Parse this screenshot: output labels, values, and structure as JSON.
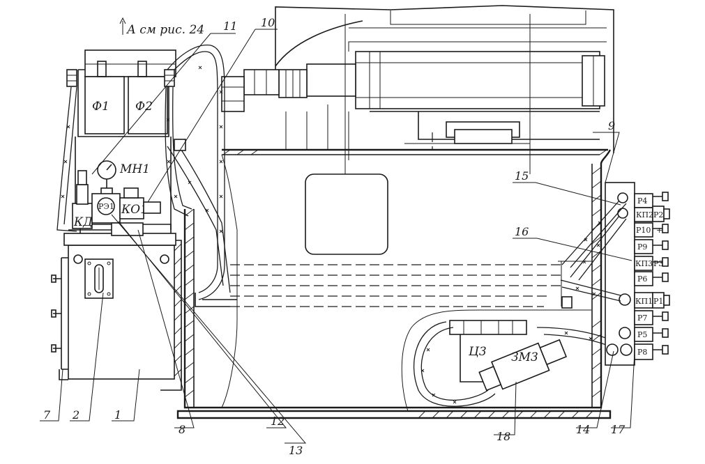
{
  "view_reference": "А см рис. 24",
  "filters": [
    "Ф1",
    "Ф2"
  ],
  "gauge": "МН1",
  "components": {
    "pressure_reducer": "КД",
    "relay": "РЭ1",
    "check_valve": "КО1",
    "cylinder": "Ц3",
    "motor": "ЗМ3"
  },
  "valve_block": [
    "Р4",
    "КП2",
    "Р2",
    "Р10",
    "+",
    "Р9",
    "КП3",
    "Р3",
    "Р6",
    "КП1",
    "Р1",
    "Р7",
    "Р5",
    "Р8"
  ],
  "callouts": [
    "1",
    "2",
    "7",
    "8",
    "9",
    "10",
    "11",
    "12",
    "13",
    "14",
    "15",
    "16",
    "17",
    "18"
  ]
}
